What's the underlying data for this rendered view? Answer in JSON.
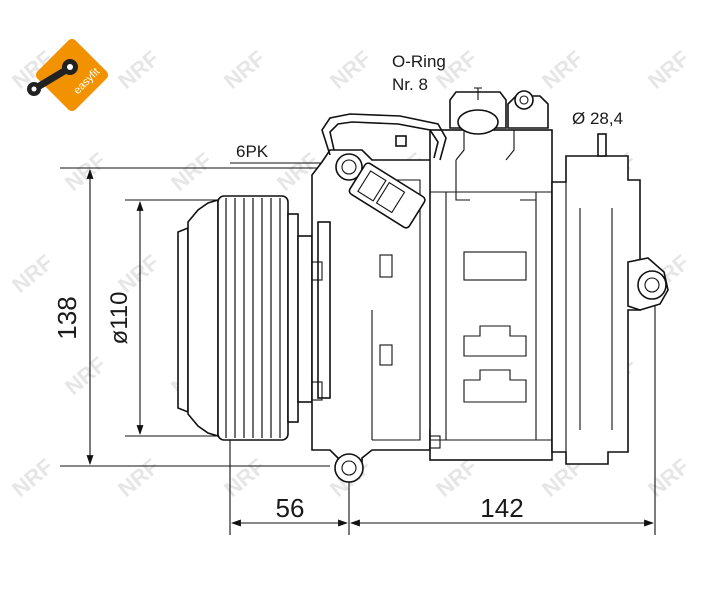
{
  "logo": {
    "brand_text": "easyfit",
    "accent": "#f39200"
  },
  "watermark": {
    "text": "NRF",
    "color": "#e6e6e6"
  },
  "labels": {
    "oring_line1": "O-Ring",
    "oring_line2": "Nr. 8",
    "outlet_diameter": "Ø 28,4",
    "pulley_grooves": "6PK",
    "overall_height": "138",
    "pulley_diameter": "ø110",
    "pulley_offset": "56",
    "body_length": "142"
  }
}
